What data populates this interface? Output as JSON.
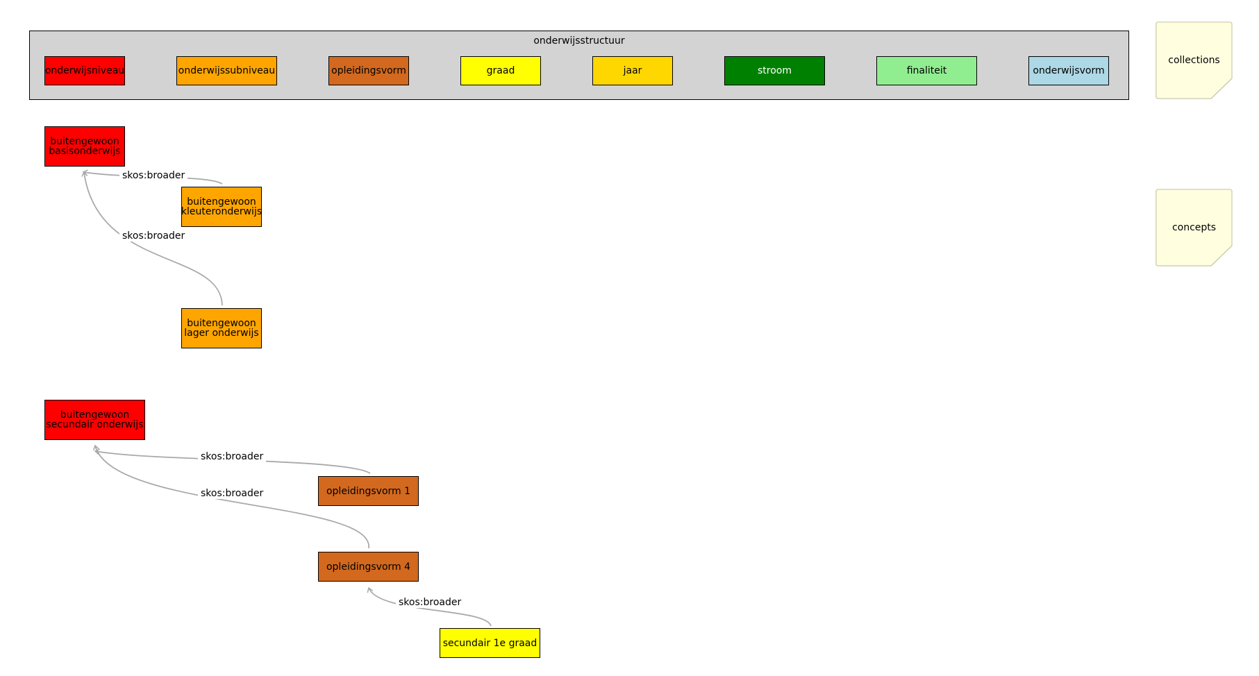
{
  "diagram": {
    "collection": {
      "title": "onderwijsstructuur",
      "members": [
        {
          "label": "onderwijsniveau",
          "color": "#ff0000"
        },
        {
          "label": "onderwijssubniveau",
          "color": "#ffa500"
        },
        {
          "label": "opleidingsvorm",
          "color": "#d2691e"
        },
        {
          "label": "graad",
          "color": "#ffff00"
        },
        {
          "label": "jaar",
          "color": "#ffd700"
        },
        {
          "label": "stroom",
          "color": "#008000"
        },
        {
          "label": "finaliteit",
          "color": "#90ee90"
        },
        {
          "label": "onderwijsvorm",
          "color": "#add8e6"
        }
      ]
    },
    "concepts": [
      {
        "id": "bbo",
        "label": "buitengewoon\nbasisonderwijs",
        "color": "#ff0000"
      },
      {
        "id": "bko",
        "label": "buitengewoon\nkleuteronderwijs",
        "color": "#ffa500"
      },
      {
        "id": "blo",
        "label": "buitengewoon\nlager onderwijs",
        "color": "#ffa500"
      },
      {
        "id": "bso",
        "label": "buitengewoon\nsecundair onderwijs",
        "color": "#ff0000"
      },
      {
        "id": "ov1",
        "label": "opleidingsvorm 1",
        "color": "#d2691e"
      },
      {
        "id": "ov4",
        "label": "opleidingsvorm 4",
        "color": "#d2691e"
      },
      {
        "id": "s1g",
        "label": "secundair 1e graad",
        "color": "#ffff00"
      }
    ],
    "relations": [
      {
        "from": "bko",
        "to": "bbo",
        "label": "skos:broader"
      },
      {
        "from": "blo",
        "to": "bbo",
        "label": "skos:broader"
      },
      {
        "from": "ov1",
        "to": "bso",
        "label": "skos:broader"
      },
      {
        "from": "ov4",
        "to": "bso",
        "label": "skos:broader"
      },
      {
        "from": "s1g",
        "to": "ov4",
        "label": "skos:broader"
      }
    ],
    "legend": [
      {
        "label": "collections",
        "color": "#ffffe0"
      },
      {
        "label": "concepts",
        "color": "#ffffe0"
      }
    ],
    "edge_color": "#a9a9a9"
  }
}
